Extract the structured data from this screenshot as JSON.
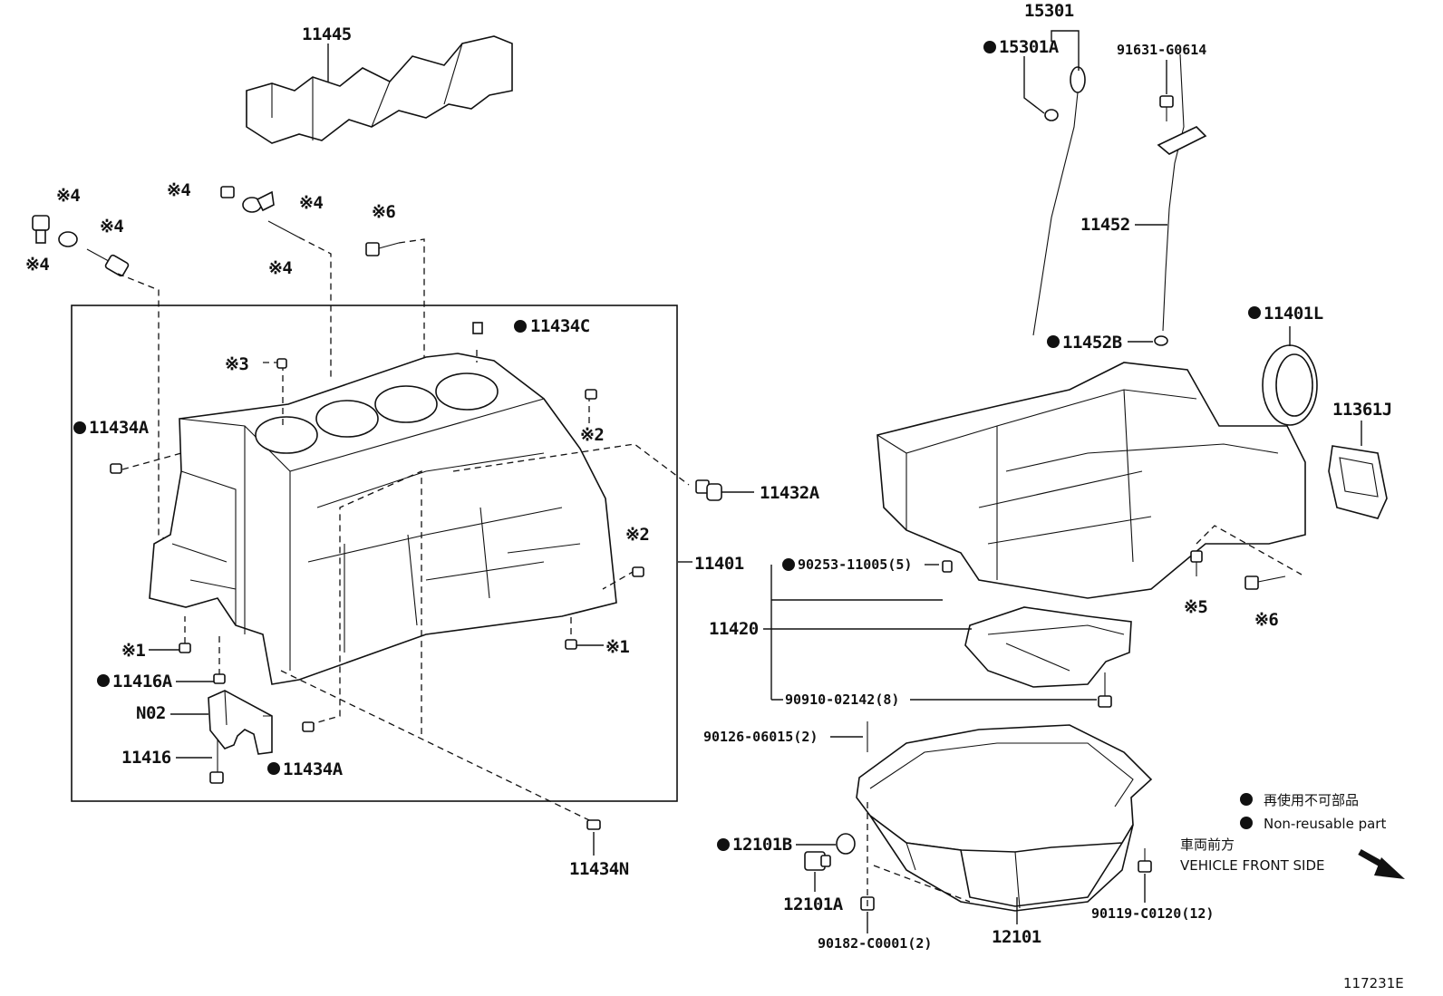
{
  "labels": {
    "p11445": "11445",
    "p15301": "15301",
    "p15301A": "15301A",
    "p91631": "91631-G0614",
    "p11452": "11452",
    "p11452B": "11452B",
    "p11401L": "11401L",
    "p11361J": "11361J",
    "p11434C": "11434C",
    "p11434A_1": "11434A",
    "p11434A_2": "11434A",
    "p11432A": "11432A",
    "p11401": "11401",
    "p11416A": "11416A",
    "pN02": "N02",
    "p11416": "11416",
    "p11434N": "11434N",
    "p90253": "90253-11005(5)",
    "p11420": "11420",
    "p90910": "90910-02142(8)",
    "p90126": "90126-06015(2)",
    "p12101B": "12101B",
    "p12101A": "12101A",
    "p90182": "90182-C0001(2)",
    "p12101": "12101",
    "p90119": "90119-C0120(12)"
  },
  "refs": {
    "r4a": "※4",
    "r4b": "※4",
    "r4c": "※4",
    "r4d": "※4",
    "r4e": "※4",
    "r4f": "※4",
    "r6a": "※6",
    "r6b": "※6",
    "r3": "※3",
    "r2a": "※2",
    "r2b": "※2",
    "r1a": "※1",
    "r1b": "※1",
    "r5": "※5"
  },
  "legend": {
    "jp": "再使用不可部品",
    "en": "Non-reusable part"
  },
  "front": {
    "jp": "車両前方",
    "en": "VEHICLE FRONT SIDE"
  },
  "figure_id": "117231E"
}
